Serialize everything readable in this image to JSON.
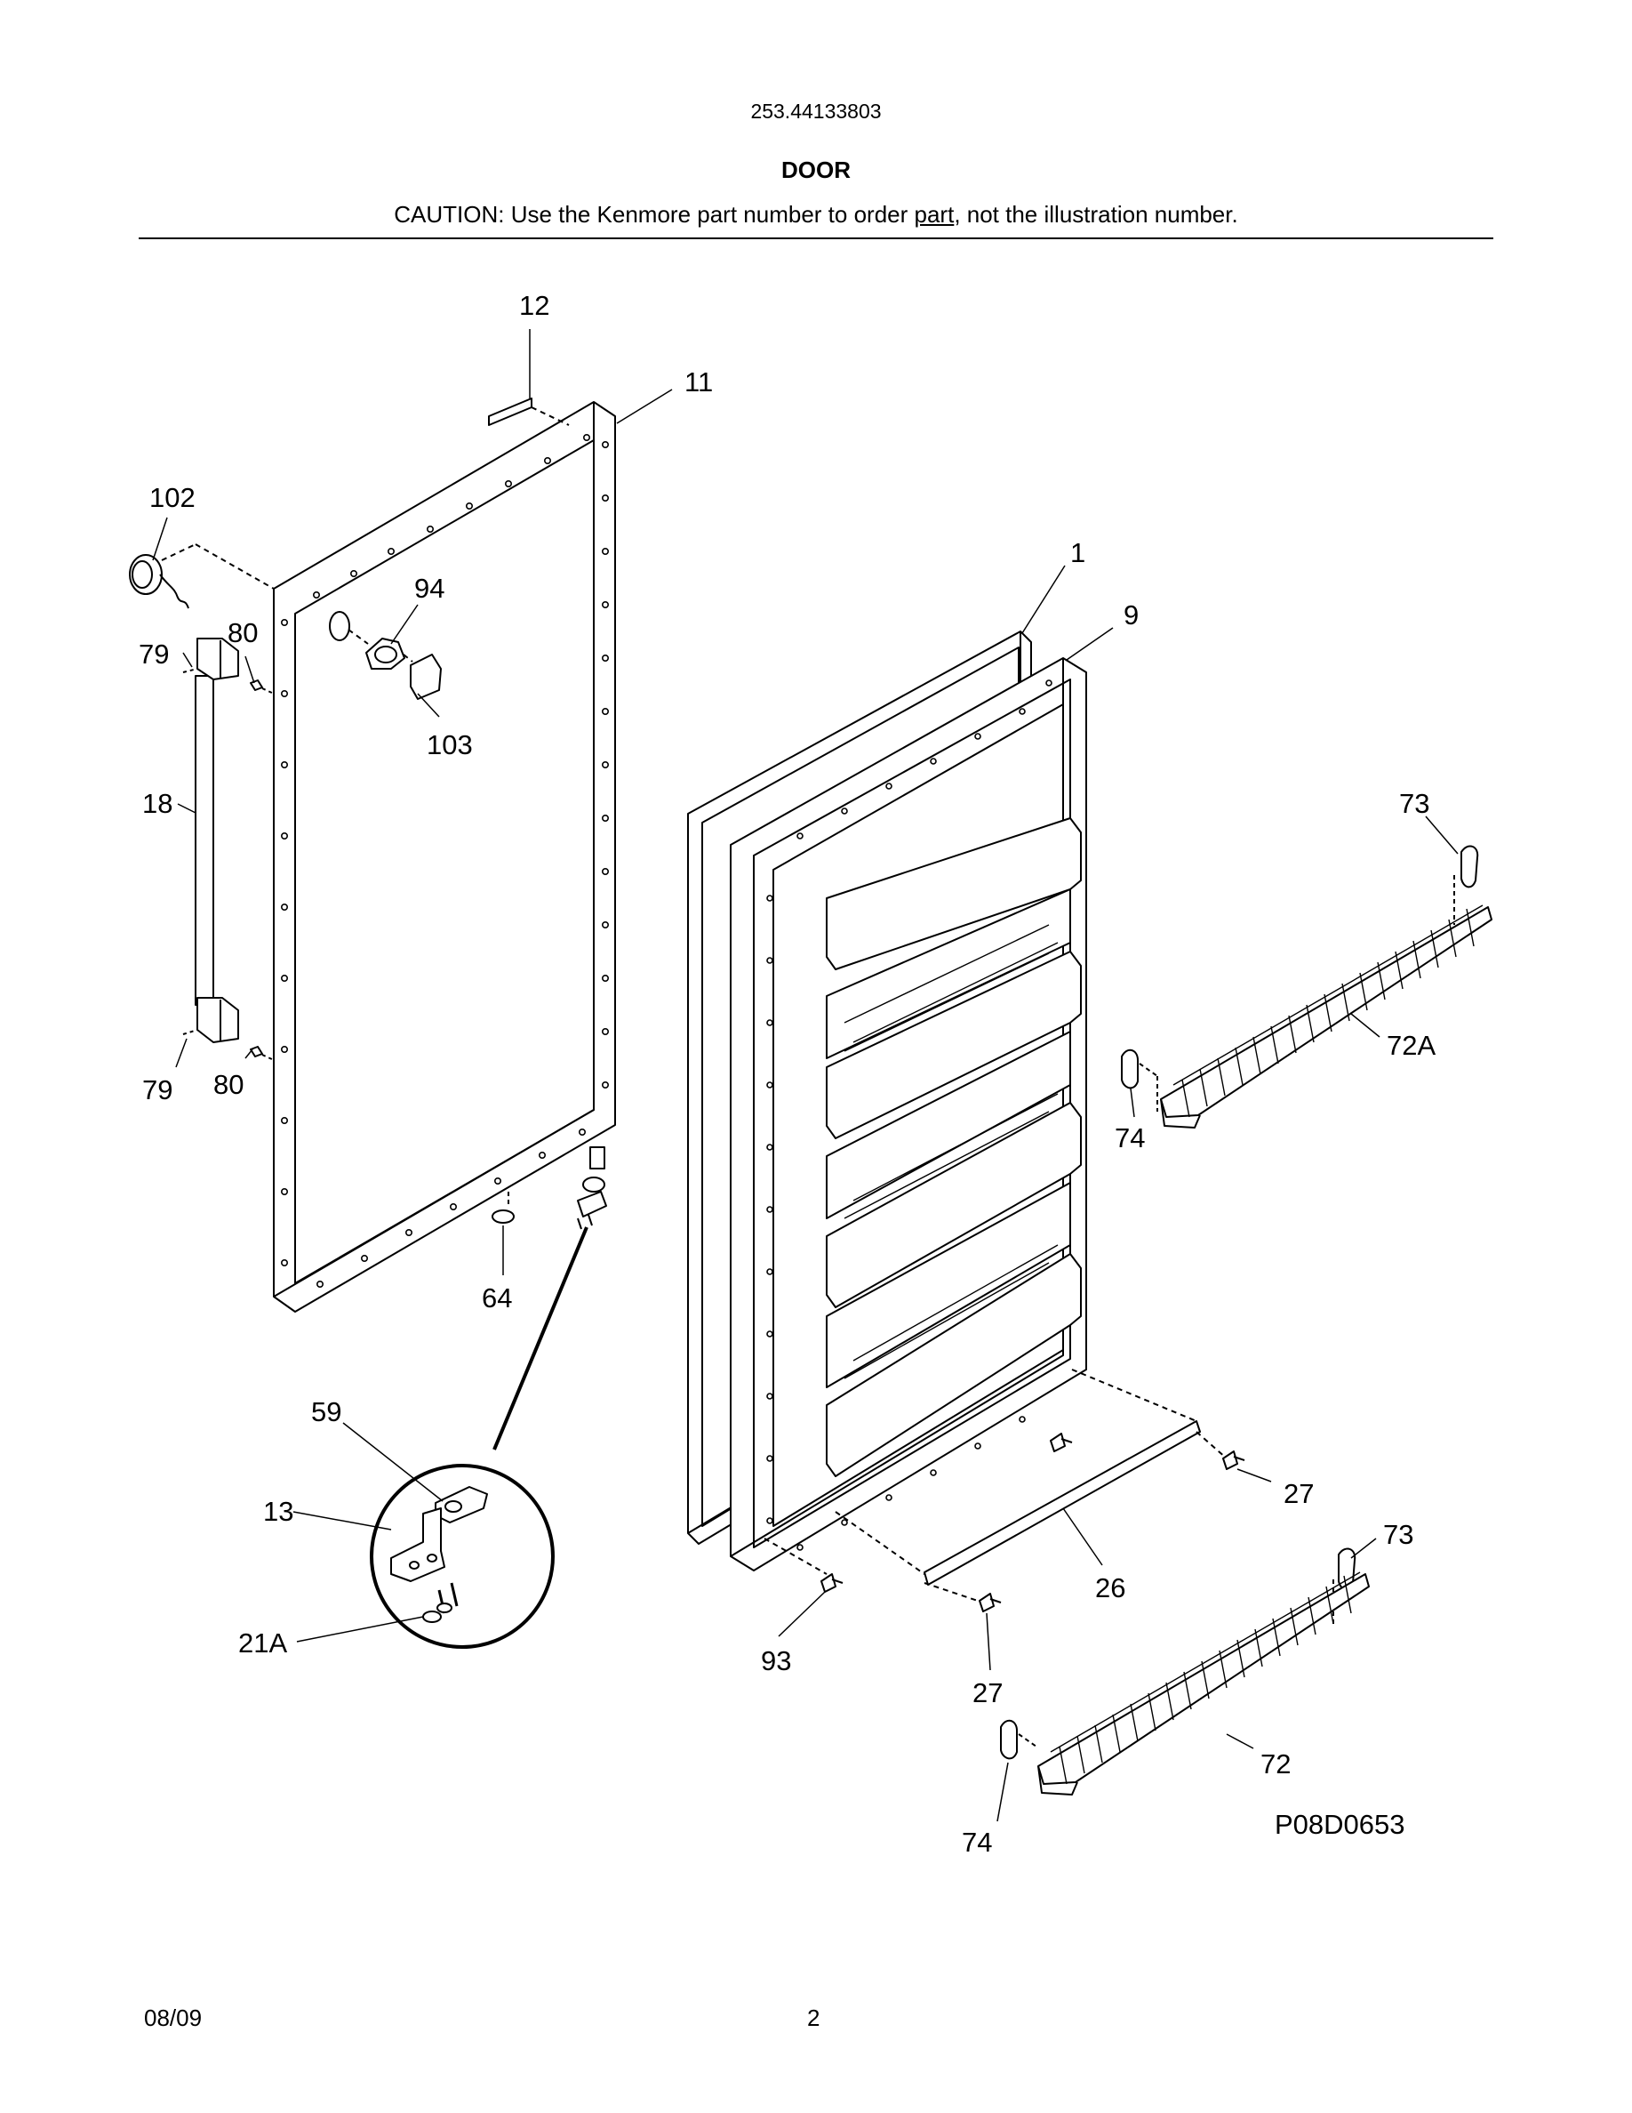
{
  "header": {
    "model_number": "253.44133803",
    "title": "DOOR",
    "caution_before": "CAUTION: Use the Kenmore part number to order ",
    "caution_underlined": "part",
    "caution_after": ", not the illustration number."
  },
  "diagram": {
    "figure_id": "P08D0653",
    "callouts": {
      "c12": "12",
      "c11": "11",
      "c102": "102",
      "c94": "94",
      "c79a": "79",
      "c80a": "80",
      "c103": "103",
      "c18": "18",
      "c79b": "79",
      "c80b": "80",
      "c64": "64",
      "c1": "1",
      "c9": "9",
      "c73a": "73",
      "c72A": "72A",
      "c74a": "74",
      "c59": "59",
      "c13": "13",
      "c21A": "21A",
      "c27a": "27",
      "c26": "26",
      "c73b": "73",
      "c93": "93",
      "c27b": "27",
      "c72": "72",
      "c74b": "74"
    }
  },
  "footer": {
    "date": "08/09",
    "page_number": "2"
  }
}
